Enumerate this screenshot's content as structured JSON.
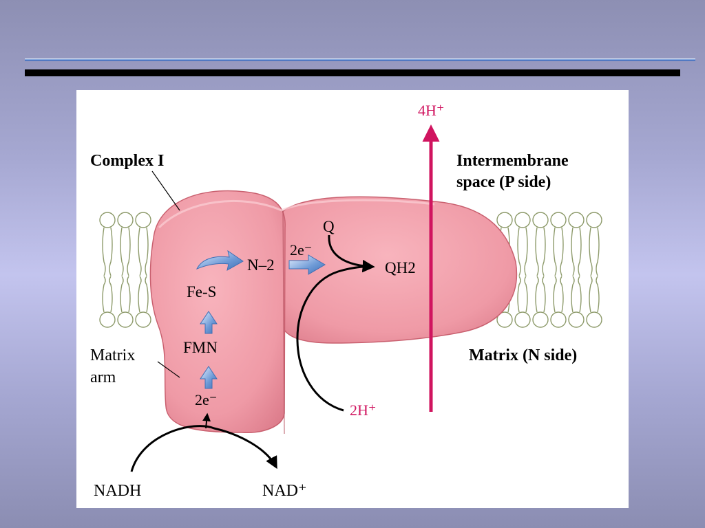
{
  "diagram": {
    "complex_title": "Complex I",
    "intermembrane_line1": "Intermembrane",
    "intermembrane_line2": "space (P side)",
    "matrix_side": "Matrix (N side)",
    "matrix_arm_line1": "Matrix",
    "matrix_arm_line2": "arm",
    "fe_s": "Fe-S",
    "fmn": "FMN",
    "n2": "N–2",
    "q": "Q",
    "qh2": "QH2",
    "electrons_top": "2e⁻",
    "electrons_bottom": "2e⁻",
    "nadh": "NADH",
    "nad_plus": "NAD⁺",
    "protons_in": "2H⁺",
    "protons_out": "4H⁺",
    "colors": {
      "protein": "#ef9aa6",
      "protein_edge": "#c9606f",
      "proton_arrow": "#d0145f",
      "electron_arrow": "#5f8fd0",
      "membrane": "#8d9a6a"
    }
  }
}
